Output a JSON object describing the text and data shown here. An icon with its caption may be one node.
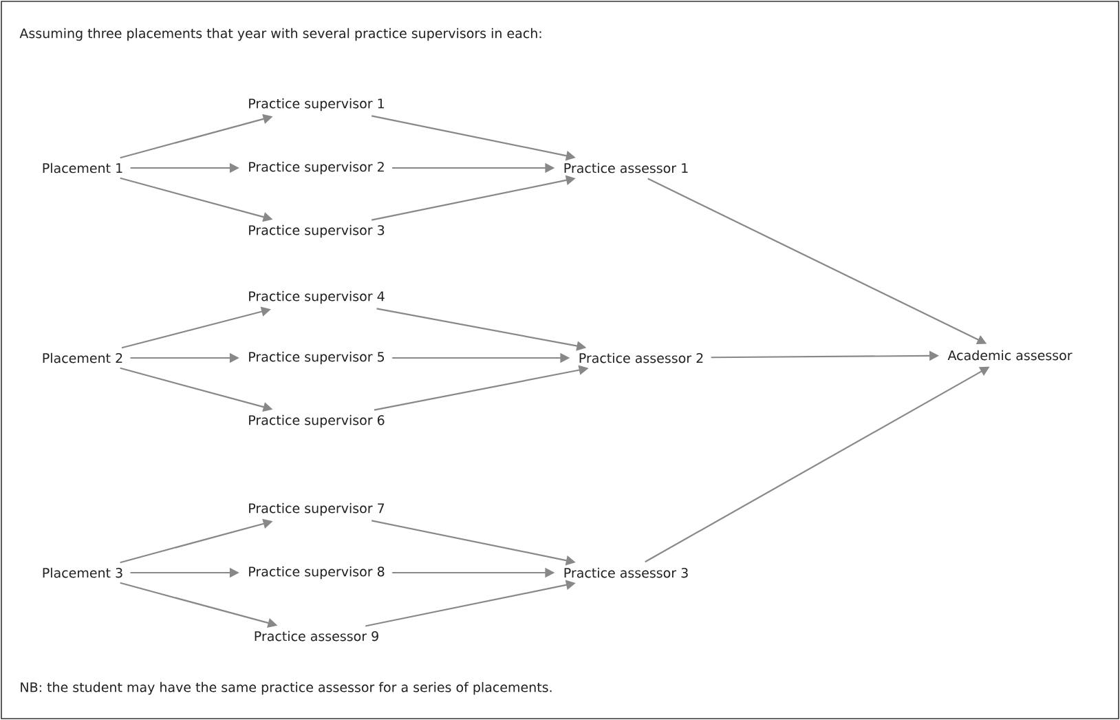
{
  "diagram": {
    "title": "Assuming three placements that year with several practice supervisors in each:",
    "caption": "NB: the student may have the same practice assessor for a series of placements.",
    "nodes": [
      {
        "text": [
          "Placement 1"
        ]
      },
      {
        "text": [
          "Practice supervisor 1"
        ]
      },
      {
        "text": [
          "Practice supervisor 2"
        ]
      },
      {
        "text": [
          "Practice supervisor 3"
        ]
      },
      {
        "text": [
          "Practice assessor 1"
        ]
      },
      {
        "text": [
          "Placement 2"
        ]
      },
      {
        "text": [
          "Practice supervisor 4"
        ]
      },
      {
        "text": [
          "Practice supervisor 5"
        ]
      },
      {
        "text": [
          "Practice supervisor 6"
        ]
      },
      {
        "text": [
          "Practice assessor 2"
        ]
      },
      {
        "text": [
          "Placement 3"
        ]
      },
      {
        "text": [
          "Practice supervisor 7"
        ]
      },
      {
        "text": [
          "Practice supervisor 8"
        ]
      },
      {
        "text": [
          "Practice assessor 9"
        ]
      },
      {
        "text": [
          "Practice assessor 3"
        ]
      },
      {
        "text": [
          "Academic assessor"
        ]
      }
    ],
    "edges": [
      {
        "from": 0,
        "to": 1,
        "arrow": "to"
      },
      {
        "from": 0,
        "to": 2,
        "arrow": "to"
      },
      {
        "from": 0,
        "to": 3,
        "arrow": "to"
      },
      {
        "from": 1,
        "to": 4,
        "arrow": "to"
      },
      {
        "from": 2,
        "to": 4,
        "arrow": "to"
      },
      {
        "from": 3,
        "to": 4,
        "arrow": "to"
      },
      {
        "from": 5,
        "to": 6,
        "arrow": "to"
      },
      {
        "from": 5,
        "to": 7,
        "arrow": "to"
      },
      {
        "from": 5,
        "to": 8,
        "arrow": "to"
      },
      {
        "from": 6,
        "to": 9,
        "arrow": "to"
      },
      {
        "from": 7,
        "to": 9,
        "arrow": "to"
      },
      {
        "from": 8,
        "to": 9,
        "arrow": "to"
      },
      {
        "from": 10,
        "to": 11,
        "arrow": "to"
      },
      {
        "from": 10,
        "to": 12,
        "arrow": "to"
      },
      {
        "from": 10,
        "to": 13,
        "arrow": "to"
      },
      {
        "from": 11,
        "to": 14,
        "arrow": "to"
      },
      {
        "from": 12,
        "to": 14,
        "arrow": "to"
      },
      {
        "from": 13,
        "to": 14,
        "arrow": "to"
      },
      {
        "from": 4,
        "to": 15,
        "arrow": "to"
      },
      {
        "from": 9,
        "to": 15,
        "arrow": "to"
      },
      {
        "from": 14,
        "to": 15,
        "arrow": "to"
      }
    ]
  }
}
